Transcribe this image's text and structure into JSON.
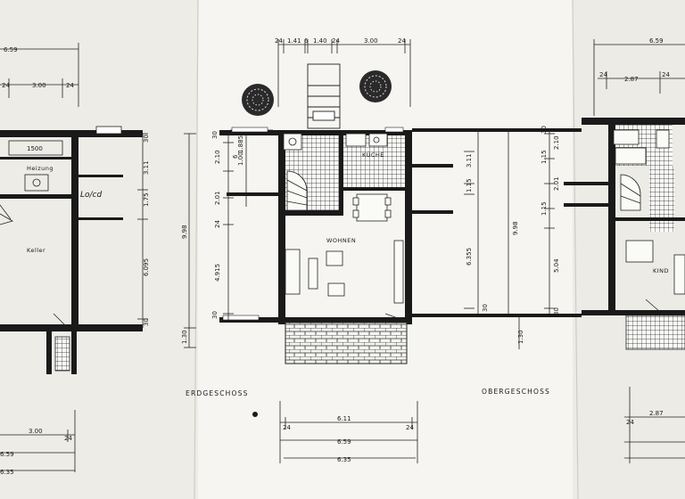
{
  "floor_labels": {
    "ground": "ERDGESCHOSS",
    "upper": "OBERGESCHOSS"
  },
  "rooms": {
    "heizung": "Heizung",
    "keller": "Keller",
    "wohnen": "WOHNEN",
    "kueche": "KÜCHE",
    "kind": "KIND",
    "tank": "1500",
    "handwritten": "Lo/cd"
  },
  "dims_top": {
    "left_total": "6.59",
    "left_a": "24",
    "left_b": "3.00",
    "left_c": "24",
    "mid_a": "24",
    "mid_b": "1.41",
    "mid_c": "6",
    "mid_d": "1.40",
    "mid_e": "24",
    "mid_f": "3.00",
    "mid_g": "24",
    "right_total": "6.59",
    "right_a": "24",
    "right_b": "2.87",
    "right_c": "24"
  },
  "dims_vertical": {
    "left_30a": "30",
    "left_311": "3.11",
    "left_175": "1.75",
    "left_6095": "6.095",
    "left_998": "9.98",
    "left_30b": "30",
    "left_130": "1.30",
    "g_30": "30",
    "g_210": "2.10",
    "g_6": "6",
    "g_100": "1.00",
    "g_885": "1.885",
    "g_201": "2.01",
    "g_24": "24",
    "g_4915": "4.915",
    "g_30b": "30",
    "o_311": "3.11",
    "o_115": "1.15",
    "o_6355": "6.355",
    "o_998": "9.98",
    "o_30": "30",
    "o_130": "1.30",
    "r_30": "30",
    "r_115a": "1.15",
    "r_210": "2.10",
    "r_201": "2.01",
    "r_115b": "1.15",
    "r_504": "5.04",
    "r_30b": "30"
  },
  "dims_bottom": {
    "left_a": "3.00",
    "left_b": "24",
    "left_c": "6.59",
    "left_d": "6.35",
    "mid_a": "24",
    "mid_b": "6.11",
    "mid_c": "24",
    "mid_d": "6.59",
    "mid_e": "6.35",
    "right_a": "24",
    "right_b": "2.87"
  },
  "colors": {
    "paper": "#f3f2ee",
    "ink": "#1a1a1a"
  }
}
